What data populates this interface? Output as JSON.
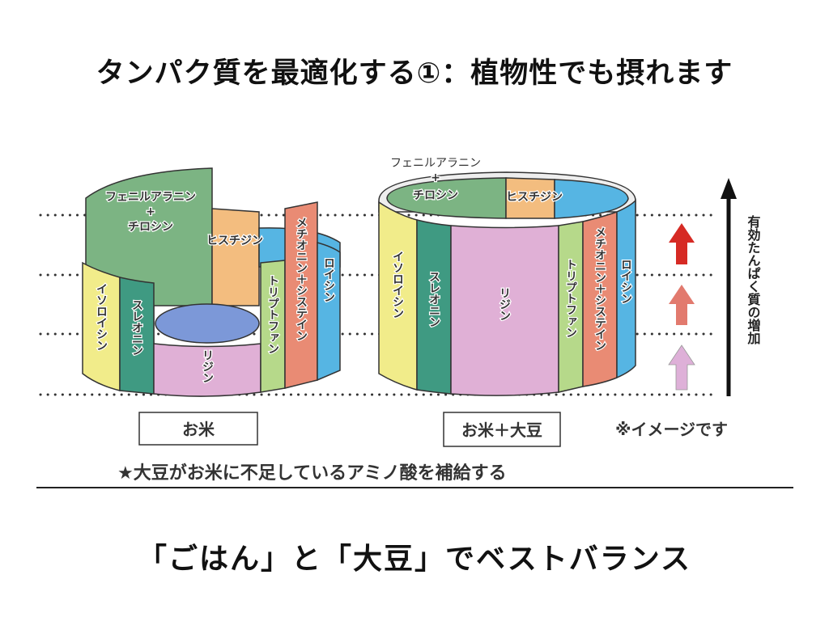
{
  "slide": {
    "title": "タンパク質を最適化する①：植物性でも摂れます",
    "bottom_text": "「ごはん」と「大豆」でベストバランス"
  },
  "diagram": {
    "amino_acids": {
      "phenylalanine_tyrosine": "フェニルアラニン＋チロシン",
      "phenylalanine": "フェニルアラニン",
      "plus": "+",
      "tyrosine": "チロシン",
      "histidine": "ヒスチジン",
      "isoleucine": "イソロイシン",
      "threonine": "スレオニン",
      "lysine": "リジン",
      "tryptophan": "トリプトファン",
      "methionine_cysteine": "メチオニン＋システイン",
      "leucine": "ロイシン"
    },
    "rice_label": "お米",
    "rice_soy_label": "お米＋大豆",
    "note": "※イメージです",
    "axis_label": "有効たんぱく質の増加",
    "caption": "★大豆がお米に不足しているアミノ酸を補給する"
  },
  "colors": {
    "yellow": "#f1ec8a",
    "teal": "#3f9a82",
    "pink": "#e0b0d6",
    "light_green": "#b6d98a",
    "salmon": "#e98b74",
    "blue": "#56b5e3",
    "green": "#7cb483",
    "orange": "#f3bd7f",
    "arrow_red": "#d62a24",
    "arrow_salmon": "#e27a6e",
    "arrow_pink": "#deb0d8"
  }
}
